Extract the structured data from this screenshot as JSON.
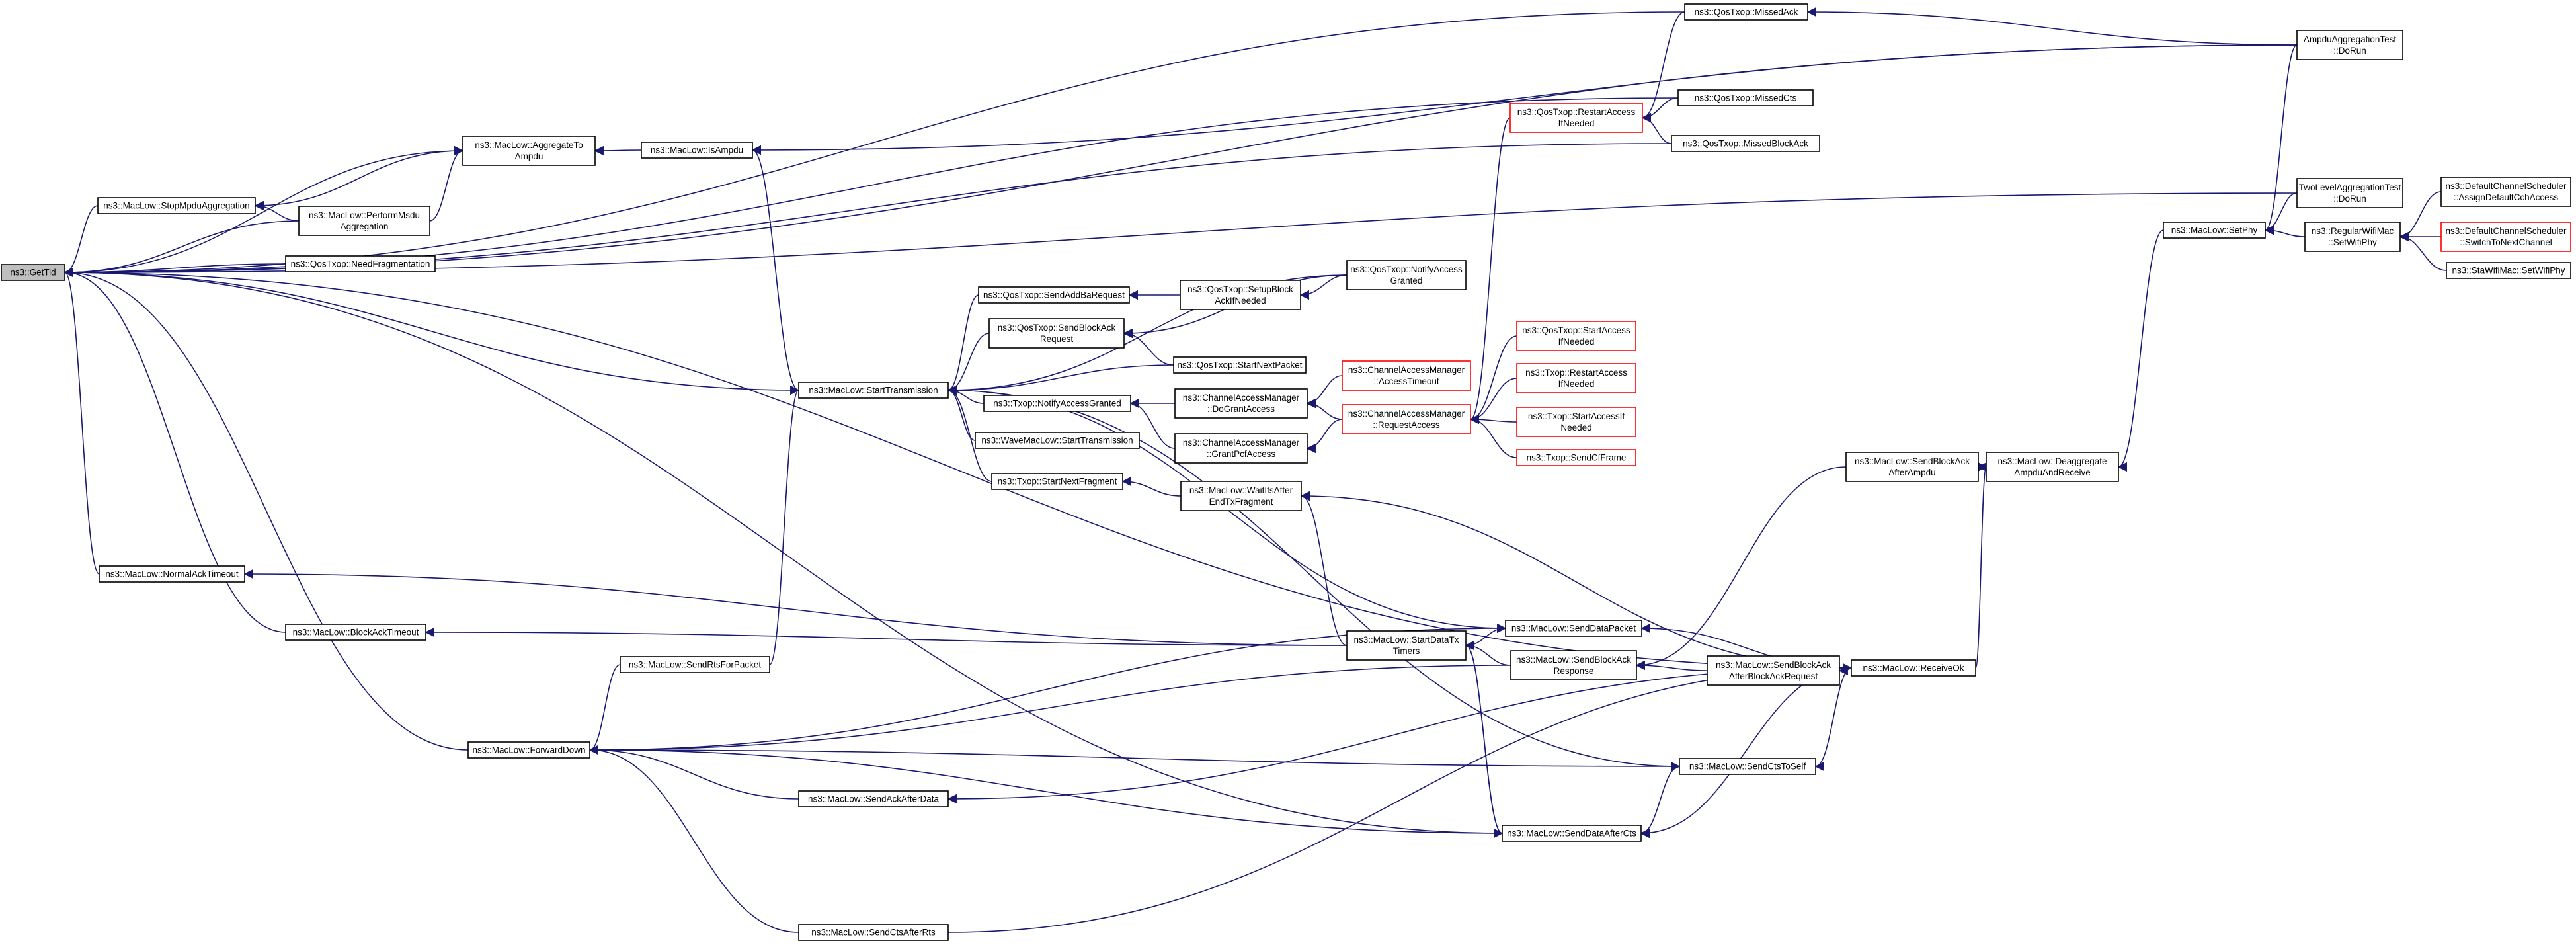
{
  "diagram": {
    "title": "",
    "line_color": "#191970",
    "highlight_color": "#ff0000",
    "root_fill": "#bfbfbf",
    "nodes": [
      {
        "id": "gettid",
        "lines": [
          "ns3::GetTid"
        ],
        "style": "root"
      },
      {
        "id": "stopmpdu",
        "lines": [
          "ns3::MacLow::StopMpduAggregation"
        ],
        "style": "normal"
      },
      {
        "id": "aggregate",
        "lines": [
          "ns3::MacLow::AggregateTo",
          "Ampdu"
        ],
        "style": "normal"
      },
      {
        "id": "performmsdu",
        "lines": [
          "ns3::MacLow::PerformMsdu",
          "Aggregation"
        ],
        "style": "normal"
      },
      {
        "id": "needfrag",
        "lines": [
          "ns3::QosTxop::NeedFragmentation"
        ],
        "style": "normal"
      },
      {
        "id": "isampdu",
        "lines": [
          "ns3::MacLow::IsAmpdu"
        ],
        "style": "normal"
      },
      {
        "id": "starttx",
        "lines": [
          "ns3::MacLow::StartTransmission"
        ],
        "style": "normal"
      },
      {
        "id": "normalack",
        "lines": [
          "ns3::MacLow::NormalAckTimeout"
        ],
        "style": "normal"
      },
      {
        "id": "blockacktimeout",
        "lines": [
          "ns3::MacLow::BlockAckTimeout"
        ],
        "style": "normal"
      },
      {
        "id": "forwarddown",
        "lines": [
          "ns3::MacLow::ForwardDown"
        ],
        "style": "normal"
      },
      {
        "id": "sendrts",
        "lines": [
          "ns3::MacLow::SendRtsForPacket"
        ],
        "style": "normal"
      },
      {
        "id": "sendackafterdata",
        "lines": [
          "ns3::MacLow::SendAckAfterData"
        ],
        "style": "normal"
      },
      {
        "id": "sendctsafterrts",
        "lines": [
          "ns3::MacLow::SendCtsAfterRts"
        ],
        "style": "normal"
      },
      {
        "id": "sendaddba",
        "lines": [
          "ns3::QosTxop::SendAddBaRequest"
        ],
        "style": "normal"
      },
      {
        "id": "sendblockackreq",
        "lines": [
          "ns3::QosTxop::SendBlockAck",
          "Request"
        ],
        "style": "normal"
      },
      {
        "id": "txopnotify",
        "lines": [
          "ns3::Txop::NotifyAccessGranted"
        ],
        "style": "normal"
      },
      {
        "id": "wavestart",
        "lines": [
          "ns3::WaveMacLow::StartTransmission"
        ],
        "style": "normal"
      },
      {
        "id": "txopstartnextfrag",
        "lines": [
          "ns3::Txop::StartNextFragment"
        ],
        "style": "normal"
      },
      {
        "id": "setupblockack",
        "lines": [
          "ns3::QosTxop::SetupBlock",
          "AckIfNeeded"
        ],
        "style": "normal"
      },
      {
        "id": "qosstartnext",
        "lines": [
          "ns3::QosTxop::StartNextPacket"
        ],
        "style": "normal"
      },
      {
        "id": "dogrant",
        "lines": [
          "ns3::ChannelAccessManager",
          "::DoGrantAccess"
        ],
        "style": "normal"
      },
      {
        "id": "grantpcf",
        "lines": [
          "ns3::ChannelAccessManager",
          "::GrantPcfAccess"
        ],
        "style": "normal"
      },
      {
        "id": "waitifs",
        "lines": [
          "ns3::MacLow::WaitIfsAfter",
          "EndTxFragment"
        ],
        "style": "normal"
      },
      {
        "id": "startdatatx",
        "lines": [
          "ns3::MacLow::StartDataTx",
          "Timers"
        ],
        "style": "normal"
      },
      {
        "id": "qosnotify",
        "lines": [
          "ns3::QosTxop::NotifyAccess",
          "Granted"
        ],
        "style": "normal"
      },
      {
        "id": "accesstimeout",
        "lines": [
          "ns3::ChannelAccessManager",
          "::AccessTimeout"
        ],
        "style": "red"
      },
      {
        "id": "requestaccess",
        "lines": [
          "ns3::ChannelAccessManager",
          "::RequestAccess"
        ],
        "style": "red"
      },
      {
        "id": "restartaccess",
        "lines": [
          "ns3::QosTxop::RestartAccess",
          "IfNeeded"
        ],
        "style": "red"
      },
      {
        "id": "qosstartaccess",
        "lines": [
          "ns3::QosTxop::StartAccess",
          "IfNeeded"
        ],
        "style": "red"
      },
      {
        "id": "txoprestart",
        "lines": [
          "ns3::Txop::RestartAccess",
          "IfNeeded"
        ],
        "style": "red"
      },
      {
        "id": "txopstartaccess",
        "lines": [
          "ns3::Txop::StartAccessIf",
          "Needed"
        ],
        "style": "red"
      },
      {
        "id": "sendcfframe",
        "lines": [
          "ns3::Txop::SendCfFrame"
        ],
        "style": "red"
      },
      {
        "id": "senddatapacket",
        "lines": [
          "ns3::MacLow::SendDataPacket"
        ],
        "style": "normal"
      },
      {
        "id": "sendblockackresp",
        "lines": [
          "ns3::MacLow::SendBlockAck",
          "Response"
        ],
        "style": "normal"
      },
      {
        "id": "senddataafterrcts",
        "lines": [
          "ns3::MacLow::SendDataAfterCts"
        ],
        "style": "normal"
      },
      {
        "id": "missedack",
        "lines": [
          "ns3::QosTxop::MissedAck"
        ],
        "style": "normal"
      },
      {
        "id": "missedcts",
        "lines": [
          "ns3::QosTxop::MissedCts"
        ],
        "style": "normal"
      },
      {
        "id": "missedblockack",
        "lines": [
          "ns3::QosTxop::MissedBlockAck"
        ],
        "style": "normal"
      },
      {
        "id": "sendblockackafterampdu",
        "lines": [
          "ns3::MacLow::SendBlockAck",
          "AfterAmpdu"
        ],
        "style": "normal"
      },
      {
        "id": "sendblockackafterreq",
        "lines": [
          "ns3::MacLow::SendBlockAck",
          "AfterBlockAckRequest"
        ],
        "style": "normal"
      },
      {
        "id": "sendctstoself",
        "lines": [
          "ns3::MacLow::SendCtsToSelf"
        ],
        "style": "normal"
      },
      {
        "id": "receiveok",
        "lines": [
          "ns3::MacLow::ReceiveOk"
        ],
        "style": "normal"
      },
      {
        "id": "deaggregate",
        "lines": [
          "ns3::MacLow::Deaggregate",
          "AmpduAndReceive"
        ],
        "style": "normal"
      },
      {
        "id": "setphy",
        "lines": [
          "ns3::MacLow::SetPhy"
        ],
        "style": "normal"
      },
      {
        "id": "ampdutest",
        "lines": [
          "AmpduAggregationTest",
          "::DoRun"
        ],
        "style": "normal"
      },
      {
        "id": "twoleveltest",
        "lines": [
          "TwoLevelAggregationTest",
          "::DoRun"
        ],
        "style": "normal"
      },
      {
        "id": "regularwifimac",
        "lines": [
          "ns3::RegularWifiMac",
          "::SetWifiPhy"
        ],
        "style": "normal"
      },
      {
        "id": "assigndefault",
        "lines": [
          "ns3::DefaultChannelScheduler",
          "::AssignDefaultCchAccess"
        ],
        "style": "normal"
      },
      {
        "id": "switchtonext",
        "lines": [
          "ns3::DefaultChannelScheduler",
          "::SwitchToNextChannel"
        ],
        "style": "red"
      },
      {
        "id": "stawifimac",
        "lines": [
          "ns3::StaWifiMac::SetWifiPhy"
        ],
        "style": "normal"
      }
    ],
    "edges": [
      {
        "from": "stopmpdu",
        "to": "gettid"
      },
      {
        "from": "aggregate",
        "to": "gettid"
      },
      {
        "from": "performmsdu",
        "to": "gettid"
      },
      {
        "from": "needfrag",
        "to": "gettid"
      },
      {
        "from": "starttx",
        "to": "gettid"
      },
      {
        "from": "normalack",
        "to": "gettid"
      },
      {
        "from": "blockacktimeout",
        "to": "gettid"
      },
      {
        "from": "forwarddown",
        "to": "gettid"
      },
      {
        "from": "missedack",
        "to": "gettid"
      },
      {
        "from": "ampdutest",
        "to": "gettid"
      },
      {
        "from": "missedcts",
        "to": "gettid"
      },
      {
        "from": "missedblockack",
        "to": "gettid"
      },
      {
        "from": "twoleveltest",
        "to": "gettid"
      },
      {
        "from": "receiveok",
        "to": "gettid"
      },
      {
        "from": "senddataafterrcts",
        "to": "gettid"
      },
      {
        "from": "aggregate",
        "to": "stopmpdu"
      },
      {
        "from": "performmsdu",
        "to": "stopmpdu"
      },
      {
        "from": "isampdu",
        "to": "aggregate"
      },
      {
        "from": "performmsdu",
        "to": "aggregate"
      },
      {
        "from": "ampdutest",
        "to": "isampdu"
      },
      {
        "from": "starttx",
        "to": "isampdu"
      },
      {
        "from": "sendaddba",
        "to": "starttx"
      },
      {
        "from": "sendblockackreq",
        "to": "starttx"
      },
      {
        "from": "txopnotify",
        "to": "starttx"
      },
      {
        "from": "wavestart",
        "to": "starttx"
      },
      {
        "from": "txopstartnextfrag",
        "to": "starttx"
      },
      {
        "from": "qosnotify",
        "to": "starttx"
      },
      {
        "from": "qosstartnext",
        "to": "starttx"
      },
      {
        "from": "sendrts",
        "to": "starttx"
      },
      {
        "from": "startdatatx",
        "to": "normalack"
      },
      {
        "from": "startdatatx",
        "to": "blockacktimeout"
      },
      {
        "from": "sendrts",
        "to": "forwarddown"
      },
      {
        "from": "sendackafterdata",
        "to": "forwarddown"
      },
      {
        "from": "sendctsafterrts",
        "to": "forwarddown"
      },
      {
        "from": "senddatapacket",
        "to": "forwarddown"
      },
      {
        "from": "sendblockackresp",
        "to": "forwarddown"
      },
      {
        "from": "sendctstoself",
        "to": "forwarddown"
      },
      {
        "from": "senddataafterrcts",
        "to": "forwarddown"
      },
      {
        "from": "setupblockack",
        "to": "sendaddba"
      },
      {
        "from": "qosnotify",
        "to": "sendblockackreq"
      },
      {
        "from": "qosstartnext",
        "to": "sendblockackreq"
      },
      {
        "from": "dogrant",
        "to": "txopnotify"
      },
      {
        "from": "grantpcf",
        "to": "txopnotify"
      },
      {
        "from": "waitifs",
        "to": "txopstartnextfrag"
      },
      {
        "from": "qosnotify",
        "to": "setupblockack"
      },
      {
        "from": "requestaccess",
        "to": "dogrant"
      },
      {
        "from": "accesstimeout",
        "to": "dogrant"
      },
      {
        "from": "requestaccess",
        "to": "grantpcf"
      },
      {
        "from": "startdatatx",
        "to": "waitifs"
      },
      {
        "from": "receiveok",
        "to": "waitifs"
      },
      {
        "from": "senddatapacket",
        "to": "startdatatx"
      },
      {
        "from": "sendblockackresp",
        "to": "startdatatx"
      },
      {
        "from": "senddataafterrcts",
        "to": "startdatatx"
      },
      {
        "from": "restartaccess",
        "to": "requestaccess"
      },
      {
        "from": "qosstartaccess",
        "to": "requestaccess"
      },
      {
        "from": "txoprestart",
        "to": "requestaccess"
      },
      {
        "from": "txopstartaccess",
        "to": "requestaccess"
      },
      {
        "from": "sendcfframe",
        "to": "requestaccess"
      },
      {
        "from": "missedack",
        "to": "restartaccess"
      },
      {
        "from": "missedcts",
        "to": "restartaccess"
      },
      {
        "from": "missedblockack",
        "to": "restartaccess"
      },
      {
        "from": "ampdutest",
        "to": "missedack"
      },
      {
        "from": "sendblockackafterampdu",
        "to": "sendblockackresp"
      },
      {
        "from": "sendblockackafterreq",
        "to": "sendblockackresp"
      },
      {
        "from": "receiveok",
        "to": "sendblockackafterreq"
      },
      {
        "from": "deaggregate",
        "to": "sendblockackafterampdu"
      },
      {
        "from": "receiveok",
        "to": "deaggregate"
      },
      {
        "from": "receiveok",
        "to": "sendctstoself"
      },
      {
        "from": "receiveok",
        "to": "senddataafterrcts"
      },
      {
        "from": "receiveok",
        "to": "sendackafterdata"
      },
      {
        "from": "sendctstoself",
        "to": "senddataafterrcts"
      },
      {
        "from": "receiveok",
        "to": "senddatapacket"
      },
      {
        "from": "starttx",
        "to": "senddatapacket"
      },
      {
        "from": "setphy",
        "to": "deaggregate"
      },
      {
        "from": "regularwifimac",
        "to": "setphy"
      },
      {
        "from": "twoleveltest",
        "to": "setphy"
      },
      {
        "from": "ampdutest",
        "to": "setphy"
      },
      {
        "from": "assigndefault",
        "to": "regularwifimac"
      },
      {
        "from": "switchtonext",
        "to": "regularwifimac"
      },
      {
        "from": "stawifimac",
        "to": "regularwifimac"
      },
      {
        "from": "starttx",
        "to": "sendctstoself"
      },
      {
        "from": "startdatatx",
        "to": "senddataafterrcts"
      },
      {
        "from": "sendctsafterrts",
        "to": "receiveok"
      }
    ]
  }
}
